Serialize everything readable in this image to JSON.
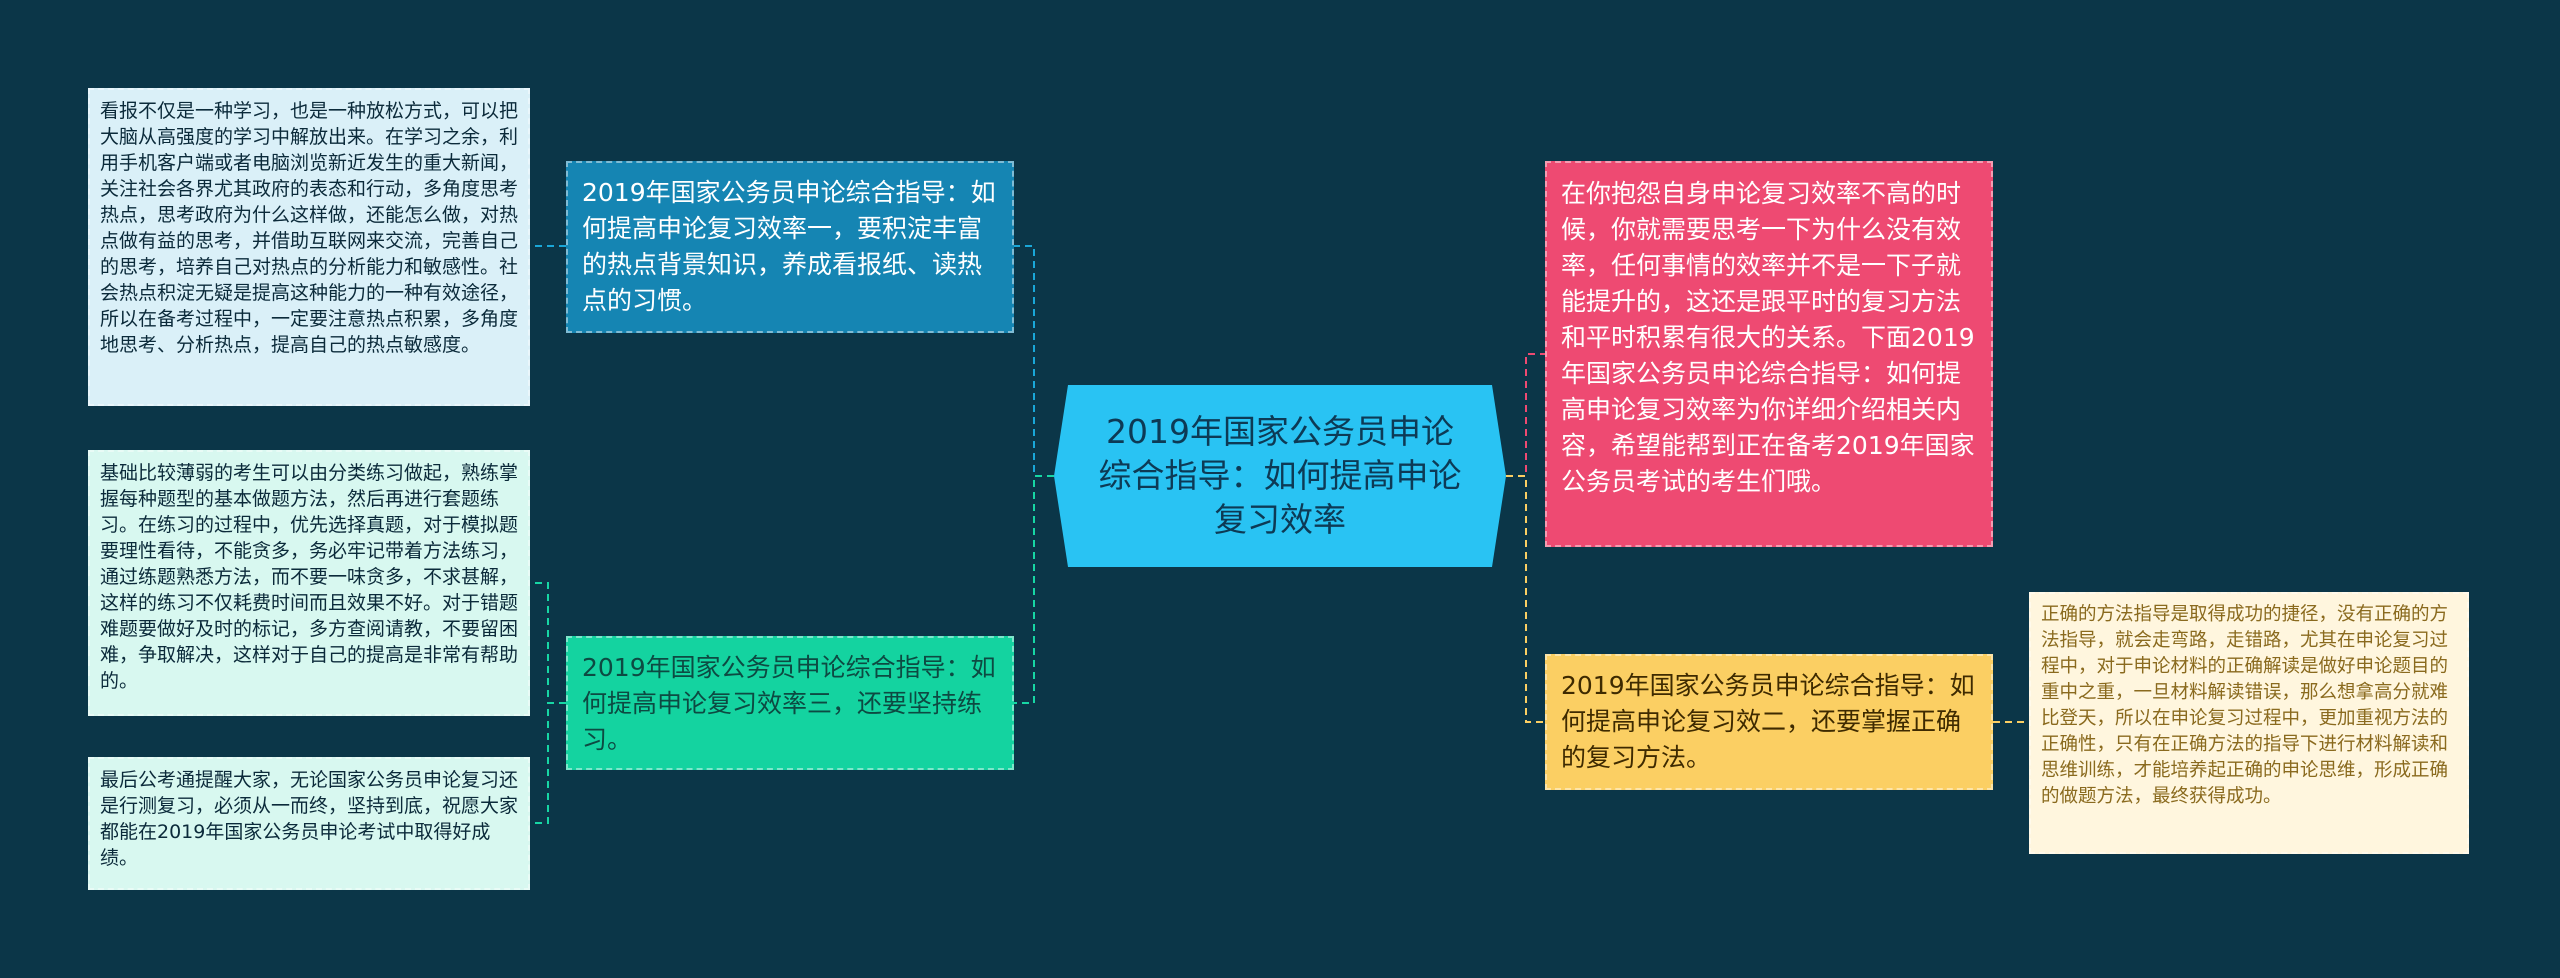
{
  "root": {
    "label": "2019年国家公务员申论综合指导：如何提高申论复习效率"
  },
  "branches": [
    {
      "id": "b1",
      "label": "2019年国家公务员申论综合指导：如何提高申论复习效率一，要积淀丰富的热点背景知识，养成看报纸、读热点的习惯。"
    },
    {
      "id": "b3",
      "label": "2019年国家公务员申论综合指导：如何提高申论复习效率三，还要坚持练习。"
    },
    {
      "id": "b4",
      "label": "在你抱怨自身申论复习效率不高的时候，你就需要思考一下为什么没有效率，任何事情的效率并不是一下子就能提升的，这还是跟平时的复习方法和平时积累有很大的关系。下面2019年国家公务员申论综合指导：如何提高申论复习效率为你详细介绍相关内容，希望能帮到正在备考2019年国家公务员考试的考生们哦。"
    },
    {
      "id": "b2",
      "label": "2019年国家公务员申论综合指导：如何提高申论复习效二，还要掌握正确的复习方法。"
    }
  ],
  "leaves": [
    {
      "id": "l1",
      "label": "看报不仅是一种学习，也是一种放松方式，可以把大脑从高强度的学习中解放出来。在学习之余，利用手机客户端或者电脑浏览新近发生的重大新闻，关注社会各界尤其政府的表态和行动，多角度思考热点，思考政府为什么这样做，还能怎么做，对热点做有益的思考，并借助互联网来交流，完善自己的思考，培养自己对热点的分析能力和敏感性。社会热点积淀无疑是提高这种能力的一种有效途径，所以在备考过程中，一定要注意热点积累，多角度地思考、分析热点，提高自己的热点敏感度。"
    },
    {
      "id": "l2",
      "label": "基础比较薄弱的考生可以由分类练习做起，熟练掌握每种题型的基本做题方法，然后再进行套题练习。在练习的过程中，优先选择真题，对于模拟题要理性看待，不能贪多，务必牢记带着方法练习，通过练题熟悉方法，而不要一味贪多，不求甚解，这样的练习不仅耗费时间而且效果不好。对于错题难题要做好及时的标记，多方查阅请教，不要留困难，争取解决，这样对于自己的提高是非常有帮助的。"
    },
    {
      "id": "l3",
      "label": "最后公考通提醒大家，无论国家公务员申论复习还是行测复习，必须从一而终，坚持到底，祝愿大家都能在2019年国家公务员申论考试中取得好成绩。"
    },
    {
      "id": "l4",
      "label": "正确的方法指导是取得成功的捷径，没有正确的方法指导，就会走弯路，走错路，尤其在申论复习过程中，对于申论材料的正确解读是做好申论题目的重中之重，一旦材料解读错误，那么想拿高分就难比登天，所以在申论复习过程中，更加重视方法的正确性，只有在正确方法的指导下进行材料解读和思维训练，才能培养起正确的申论思维，形成正确的做题方法，最终获得成功。"
    }
  ],
  "colors": {
    "background": "#0b3648",
    "root": "#29c3f3",
    "branch_1": "#1585b3",
    "branch_3": "#14d3a0",
    "branch_4": "#ee4a72",
    "branch_2": "#fbcf63",
    "connector_left_top": "#1aa7d8",
    "connector_left_bottom": "#17d7a4",
    "connector_right_top": "#ee4a72",
    "connector_right_bottom": "#fbcf63"
  }
}
